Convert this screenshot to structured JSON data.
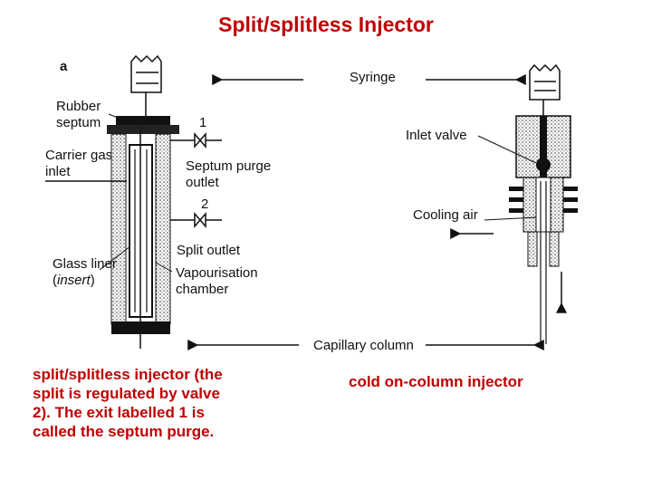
{
  "title": "Split/splitless Injector",
  "panel_label": "a",
  "labels": {
    "rubber_septum_1": "Rubber",
    "rubber_septum_2": "septum",
    "valve_1": "1",
    "carrier_gas_1": "Carrier gas",
    "carrier_gas_2": "inlet",
    "septum_purge_1": "Septum purge",
    "septum_purge_2": "outlet",
    "valve_2": "2",
    "split_outlet": "Split outlet",
    "glass_liner_1": "Glass liner",
    "glass_liner_2": "insert",
    "vapourisation_1": "Vapourisation",
    "vapourisation_2": "chamber",
    "syringe": "Syringe",
    "inlet_valve": "Inlet valve",
    "cooling_air": "Cooling air",
    "capillary_column": "Capillary column"
  },
  "captions": {
    "left": "split/splitless injector (the split is regulated by valve 2). The exit labelled 1 is called the septum purge.",
    "right": "cold on-column injector"
  },
  "colors": {
    "accent": "#c00000",
    "ink": "#111111"
  }
}
